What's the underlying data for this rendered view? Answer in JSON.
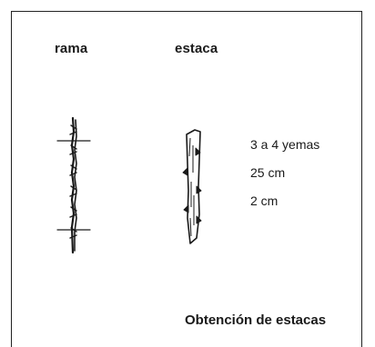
{
  "labels": {
    "branch": "rama",
    "cutting": "estaca"
  },
  "specs": {
    "buds": "3 a 4 yemas",
    "length": "25 cm",
    "diameter": "2 cm"
  },
  "caption": "Obtención de estacas",
  "colors": {
    "ink": "#1a1a1a",
    "frame": "#222222",
    "background": "#ffffff"
  }
}
